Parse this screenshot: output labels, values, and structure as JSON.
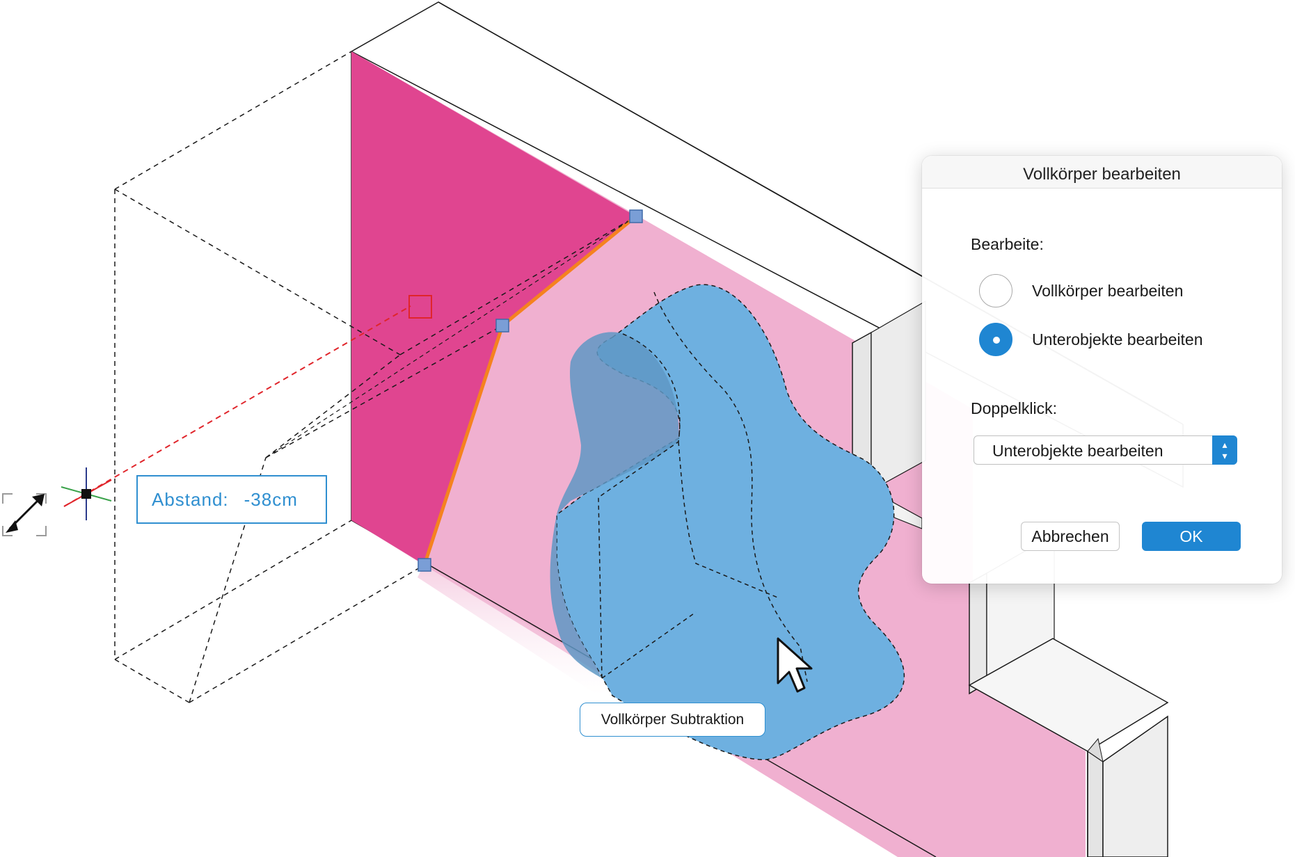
{
  "dialog": {
    "title": "Vollkörper bearbeiten",
    "edit_label": "Bearbeite:",
    "options": [
      {
        "label": "Vollkörper bearbeiten",
        "selected": false
      },
      {
        "label": "Unterobjekte bearbeiten",
        "selected": true
      }
    ],
    "doubleclick_label": "Doppelklick:",
    "doubleclick_value": "Unterobjekte bearbeiten",
    "cancel_label": "Abbrechen",
    "ok_label": "OK",
    "accent_color": "#1f86d2"
  },
  "canvas": {
    "distance_label": "Abstand:",
    "distance_value": "-38cm",
    "tooltip": "Vollkörper Subtraktion",
    "colors": {
      "magenta": "#e04590",
      "pink": "#f0b0d0",
      "blue": "#6eb0e0",
      "edge": "#f5821f",
      "handle": "#7a9ed6"
    },
    "icons": [
      "resize-diagonal-icon",
      "pointer-cursor-icon",
      "snap-target-icon"
    ]
  }
}
